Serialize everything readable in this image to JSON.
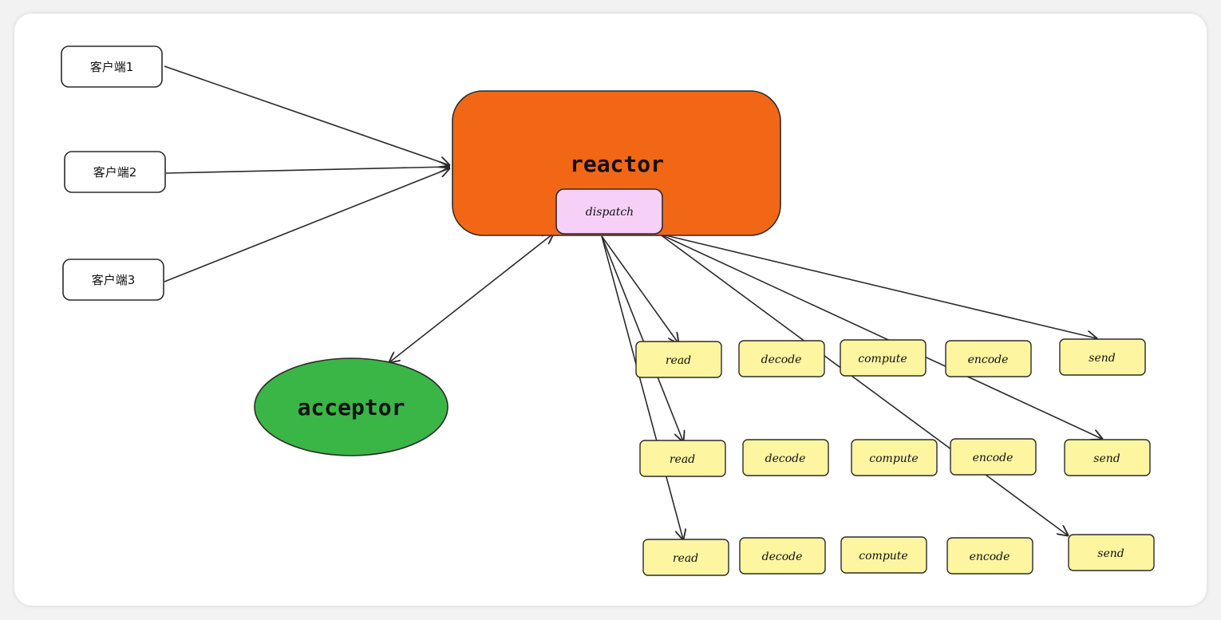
{
  "clients": [
    "客户端1",
    "客户端2",
    "客户端3"
  ],
  "reactor": {
    "label": "reactor",
    "dispatch_label": "dispatch"
  },
  "acceptor": {
    "label": "acceptor"
  },
  "task_rows": [
    [
      "read",
      "decode",
      "compute",
      "encode",
      "send"
    ],
    [
      "read",
      "decode",
      "compute",
      "encode",
      "send"
    ],
    [
      "read",
      "decode",
      "compute",
      "encode",
      "send"
    ]
  ],
  "colors": {
    "reactor": "#f26716",
    "dispatch": "#f6d0f6",
    "acceptor": "#3ab647",
    "task": "#fdf5a0",
    "stroke": "#2b2b2b",
    "background": "#ffffff"
  }
}
